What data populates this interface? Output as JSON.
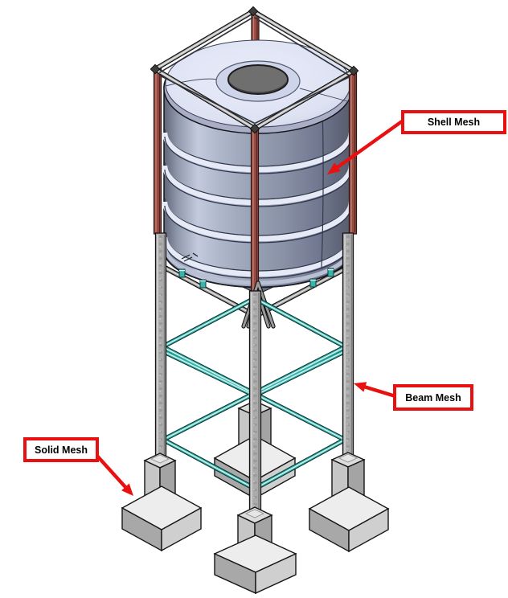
{
  "figure": {
    "description": "Isometric CAD model of a water storage tank supported by a four-legged steel tower on concrete pedestal footings, annotated with mesh types",
    "background_color": "#ffffff"
  },
  "annotations": {
    "shell": {
      "label": "Shell Mesh",
      "target": "tank shell surface"
    },
    "beam": {
      "label": "Beam Mesh",
      "target": "tower leg / frame member"
    },
    "solid": {
      "label": "Solid Mesh",
      "target": "concrete foundation footing"
    },
    "arrow_color": "#e81010",
    "box_border_color": "#e81010",
    "box_fill_color": "#ffffff",
    "text_color": "#000000"
  },
  "colors": {
    "tank_body": "#9aa2b7",
    "tank_lid": "#dde2f3",
    "manhole_cover": "#6f6f6f",
    "rib_highlight": "#e6eaf6",
    "cage_post_red": "#964a41",
    "frame_rail_gray": "#b3b3b3",
    "leg_steel_gray": "#a8a8a8",
    "brace_teal": "#3ab3ab",
    "concrete_gray": "#cdcdcd"
  }
}
